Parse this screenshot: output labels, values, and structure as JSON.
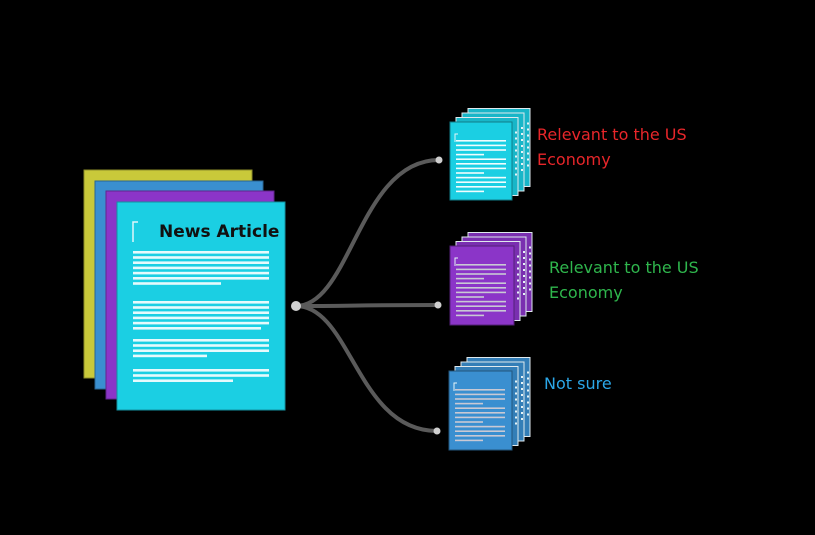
{
  "source": {
    "title": "News Article",
    "sheet_colors": [
      "#c9c93a",
      "#3a8fd0",
      "#8b35c8",
      "#1bcfe3"
    ]
  },
  "outputs": [
    {
      "id": "relevant-red",
      "label_lines": [
        "Relevant to the US",
        "Economy"
      ],
      "label_color": "#e8262a",
      "stack_color": "#1bcfe3"
    },
    {
      "id": "relevant-green",
      "label_lines": [
        "Relevant to the US",
        "Economy"
      ],
      "label_color": "#2fb64d",
      "stack_color": "#8b35c8"
    },
    {
      "id": "not-sure",
      "label_lines": [
        "Not sure"
      ],
      "label_color": "#2ba7e8",
      "stack_color": "#3a8fd0"
    }
  ],
  "connector_color": "#5a5a5a",
  "node_color": "#cfcfcf"
}
